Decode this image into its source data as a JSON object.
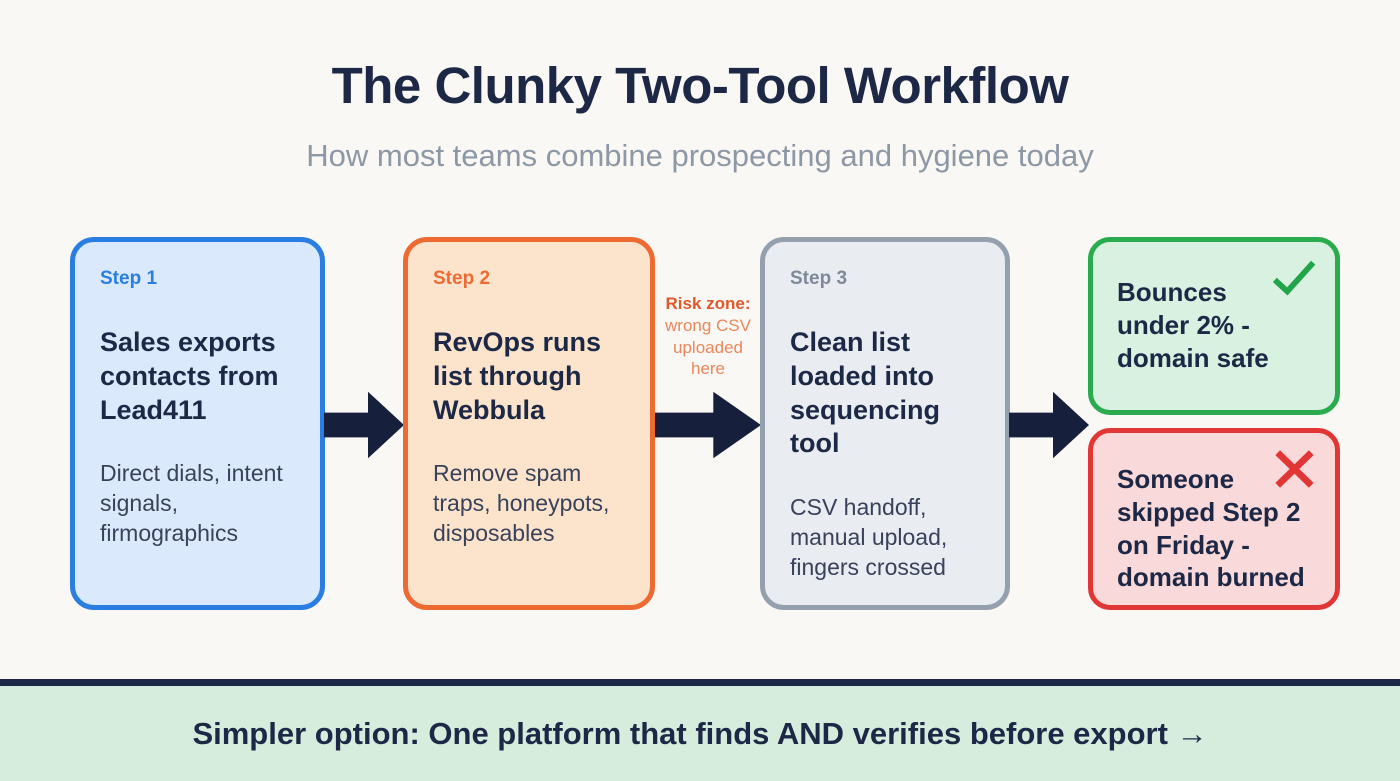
{
  "header": {
    "title": "The Clunky Two-Tool Workflow",
    "subtitle": "How most teams combine prospecting and hygiene today"
  },
  "steps": [
    {
      "label": "Step 1",
      "heading": "Sales exports contacts from Lead411",
      "detail": "Direct dials, intent signals, firmographics",
      "accent_color": "#2a7de1",
      "fill_color": "#daeafc"
    },
    {
      "label": "Step 2",
      "heading": "RevOps runs list through Webbula",
      "detail": "Remove spam traps, honeypots, disposables",
      "accent_color": "#ee6a33",
      "fill_color": "#fce4cc"
    },
    {
      "label": "Step 3",
      "heading": "Clean list loaded into sequencing tool",
      "detail": "CSV handoff, manual upload, fingers crossed",
      "accent_color": "#94a0ae",
      "fill_color": "#e9ecf1"
    }
  ],
  "risk_note": {
    "label": "Risk zone:",
    "lines": [
      "wrong CSV",
      "uploaded",
      "here"
    ]
  },
  "outcomes": [
    {
      "heading": "Bounces under 2% - domain safe",
      "icon": "check-icon",
      "accent_color": "#2aab4e",
      "fill_color": "#d8f1e0"
    },
    {
      "heading": "Someone skipped Step 2 on Friday - domain burned",
      "icon": "cross-icon",
      "accent_color": "#e23634",
      "fill_color": "#f9d9da"
    }
  ],
  "footer": {
    "text": "Simpler option: One platform that finds AND verifies before export →"
  },
  "colors": {
    "background": "#f9f8f4",
    "title_text": "#1c2845",
    "subtitle_text": "#8d98a6",
    "arrow": "#16203c",
    "risk_label": "#e0592c",
    "risk_text": "#ea875c",
    "footer_background": "#d6ecdc"
  }
}
